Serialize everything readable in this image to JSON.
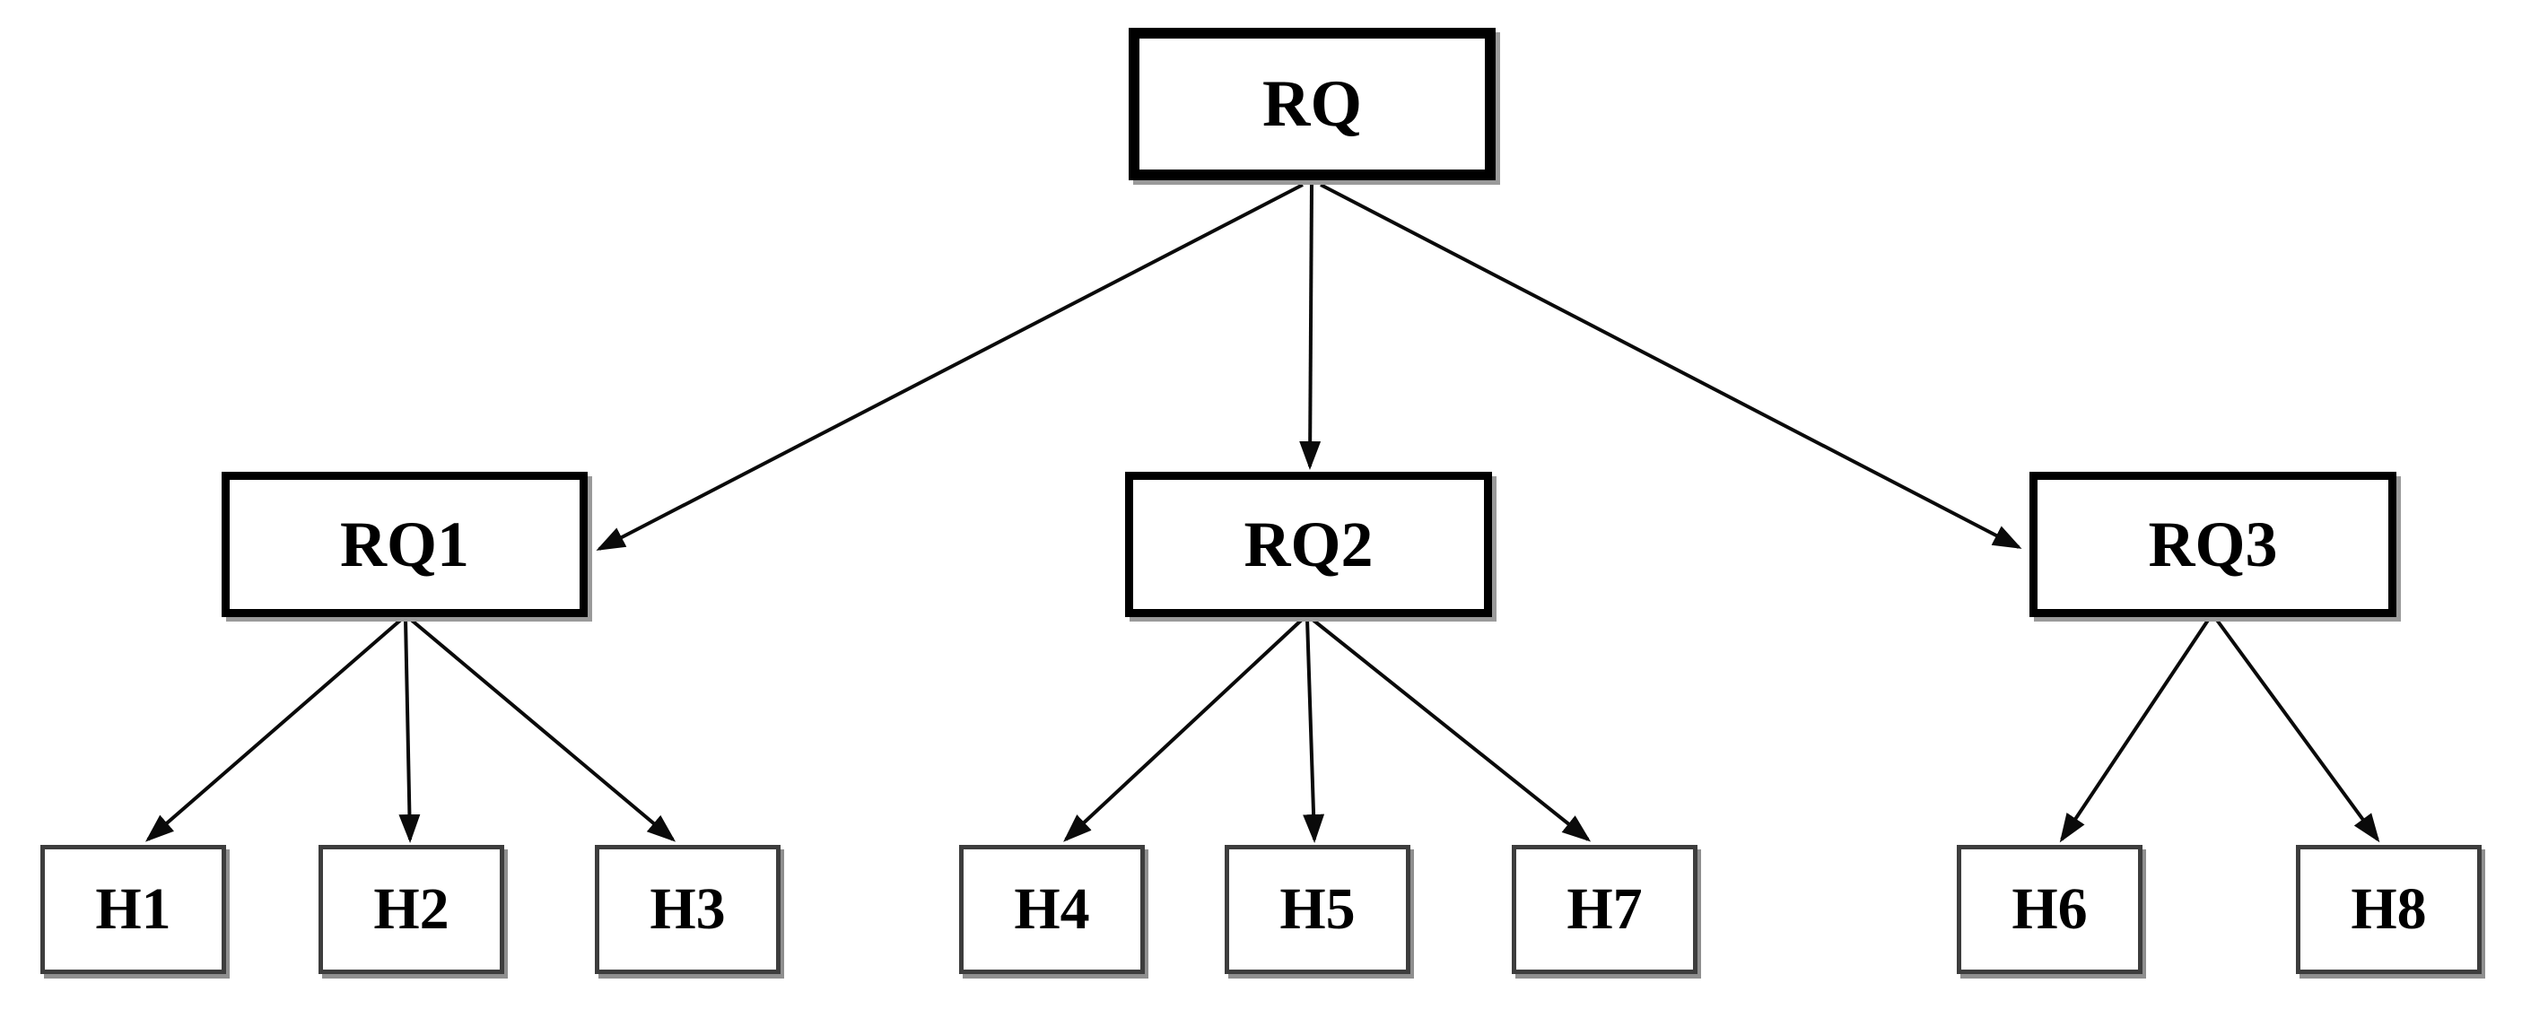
{
  "diagram": {
    "type": "tree",
    "background_color": "#ffffff",
    "line_color": "#0a0a0a",
    "box_border_color": "#000000",
    "leaf_border_color": "#3d3d3d",
    "shadow_color": "#8f8f8f",
    "text_color": "#000000",
    "nodes": [
      {
        "id": "rq",
        "label": "RQ",
        "level": 0
      },
      {
        "id": "rq1",
        "label": "RQ1",
        "level": 1
      },
      {
        "id": "rq2",
        "label": "RQ2",
        "level": 1
      },
      {
        "id": "rq3",
        "label": "RQ3",
        "level": 1
      },
      {
        "id": "h1",
        "label": "H1",
        "level": 2
      },
      {
        "id": "h2",
        "label": "H2",
        "level": 2
      },
      {
        "id": "h3",
        "label": "H3",
        "level": 2
      },
      {
        "id": "h4",
        "label": "H4",
        "level": 2
      },
      {
        "id": "h5",
        "label": "H5",
        "level": 2
      },
      {
        "id": "h7",
        "label": "H7",
        "level": 2
      },
      {
        "id": "h6",
        "label": "H6",
        "level": 2
      },
      {
        "id": "h8",
        "label": "H8",
        "level": 2
      }
    ],
    "edges": [
      {
        "from": "RQ",
        "to": "RQ1"
      },
      {
        "from": "RQ",
        "to": "RQ2"
      },
      {
        "from": "RQ",
        "to": "RQ3"
      },
      {
        "from": "RQ1",
        "to": "H1"
      },
      {
        "from": "RQ1",
        "to": "H2"
      },
      {
        "from": "RQ1",
        "to": "H3"
      },
      {
        "from": "RQ2",
        "to": "H4"
      },
      {
        "from": "RQ2",
        "to": "H5"
      },
      {
        "from": "RQ2",
        "to": "H7"
      },
      {
        "from": "RQ3",
        "to": "H6"
      },
      {
        "from": "RQ3",
        "to": "H8"
      }
    ]
  }
}
